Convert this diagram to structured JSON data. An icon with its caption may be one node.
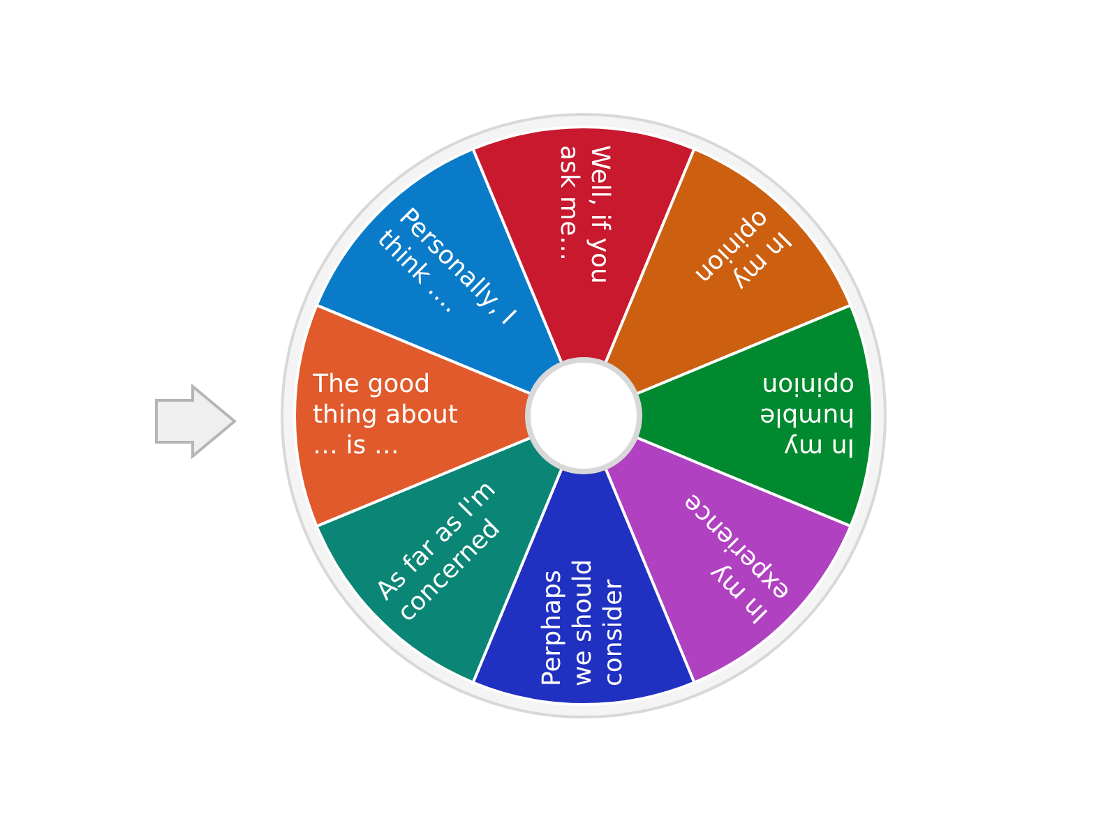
{
  "diagram": {
    "nodes": [
      {
        "text": [
          "Personally, I think …."
        ]
      },
      {
        "text": [
          "Well, if you ask me…"
        ]
      },
      {
        "text": [
          "In my opinion"
        ]
      },
      {
        "text": [
          "In my humble opinion"
        ]
      },
      {
        "text": [
          "In my experience"
        ]
      },
      {
        "text": [
          "Perphaps we should consider"
        ]
      },
      {
        "text": [
          "As far as I'm concerned"
        ]
      },
      {
        "text": [
          "The good thing about … is …"
        ]
      }
    ],
    "edges": []
  }
}
